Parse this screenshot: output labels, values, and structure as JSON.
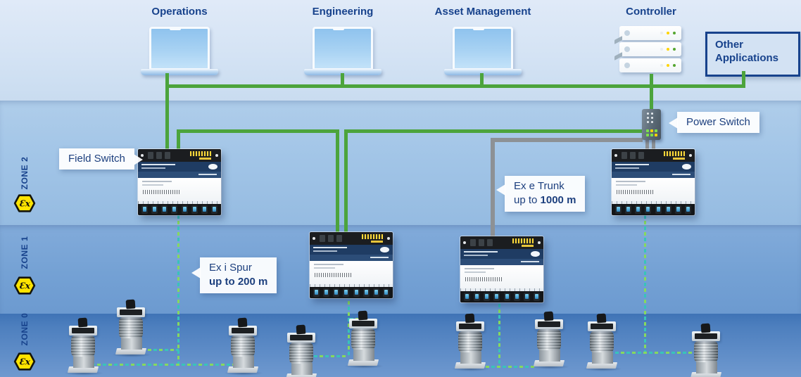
{
  "header": {
    "operations": "Operations",
    "engineering": "Engineering",
    "asset_management": "Asset Management",
    "controller": "Controller",
    "other_applications": "Other Applications"
  },
  "callouts": {
    "field_switch": "Field Switch",
    "power_switch": "Power Switch",
    "ex_e_trunk_line1": "Ex e Trunk",
    "ex_e_trunk_line2_prefix": "up to ",
    "ex_e_trunk_line2_bold": "1000 m",
    "ex_i_spur_line1": "Ex i Spur",
    "ex_i_spur_line2": "up to 200 m"
  },
  "zones": {
    "zone2": "ZONE 2",
    "zone1": "ZONE 1",
    "zone0": "ZONE 0"
  },
  "icons": {
    "ex_marking": "Ɛx"
  },
  "colors": {
    "ethernet_green": "#4ca43c",
    "trunk_gray": "#8d9195",
    "spur_teal": "#37c4bb",
    "spur_green": "#86d95e",
    "label_navy": "#17428c",
    "ex_yellow": "#ffe400"
  }
}
